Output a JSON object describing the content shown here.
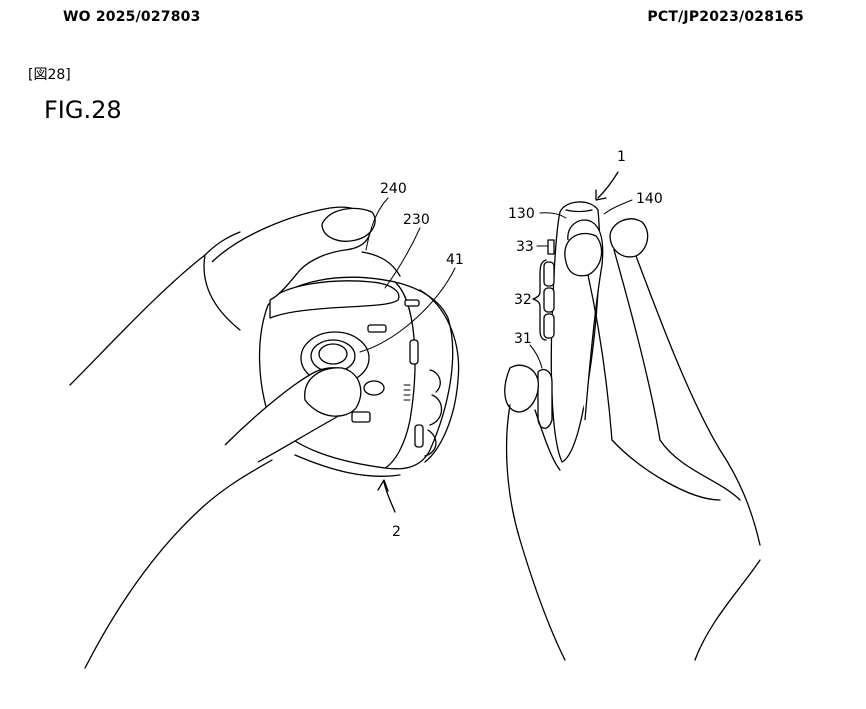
{
  "header": {
    "publication_number": "WO 2025/027803",
    "application_number": "PCT/JP2023/028165"
  },
  "figure": {
    "tag": "[図28]",
    "title": "FIG.28"
  },
  "reference_numerals": {
    "r1": "1",
    "r2": "2",
    "r31": "31",
    "r32": "32",
    "r33": "33",
    "r41": "41",
    "r130": "130",
    "r140": "140",
    "r230": "230",
    "r240": "240"
  }
}
